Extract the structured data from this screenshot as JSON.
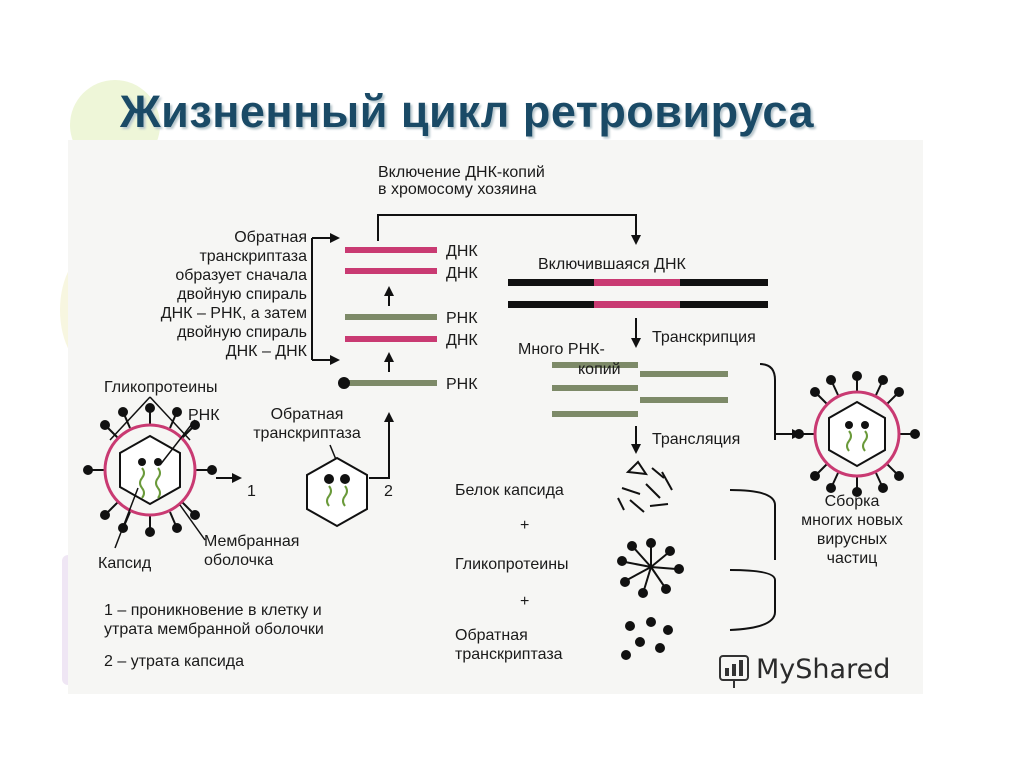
{
  "title": "Жизненный цикл ретровируса",
  "labels": {
    "integration_top_1": "Включение ДНК-копий",
    "integration_top_2": "в хромосому хозяина",
    "rt_desc": [
      "Обратная",
      "транскриптаза",
      "образует сначала",
      "двойную спираль",
      "ДНК – РНК, а затем",
      "двойную спираль",
      "ДНК – ДНК"
    ],
    "strand_dna_1": "ДНК",
    "strand_dna_2": "ДНК",
    "strand_rna_1": "РНК",
    "strand_dna_3": "ДНК",
    "strand_rna_2": "РНК",
    "integrated_dna": "Включившаяся ДНК",
    "many_rna_1": "Много РНК-",
    "many_rna_2": "копий",
    "transcription": "Транскрипция",
    "translation": "Трансляция",
    "glycoproteins_top": "Гликопротеины",
    "rna_virus": "РНК",
    "rt_small_1": "Обратная",
    "rt_small_2": "транскриптаза",
    "step_1": "1",
    "step_2": "2",
    "capsid": "Капсид",
    "membrane_1": "Мембранная",
    "membrane_2": "оболочка",
    "capsid_protein": "Белок капсида",
    "plus_1": "+",
    "glycoproteins_mid": "Гликопротеины",
    "plus_2": "+",
    "rt_bottom_1": "Обратная",
    "rt_bottom_2": "транскриптаза",
    "assembly": [
      "Сборка",
      "многих новых",
      "вирусных",
      "частиц"
    ],
    "legend_1a": "1 – проникновение в клетку и",
    "legend_1b": "утрата мембранной оболочки",
    "legend_2": "2 – утрата капсида"
  },
  "watermark": "MyShared",
  "colors": {
    "dna_strand": "#c93a72",
    "rna_strand": "#7d8a68",
    "title": "#1a4a66"
  }
}
